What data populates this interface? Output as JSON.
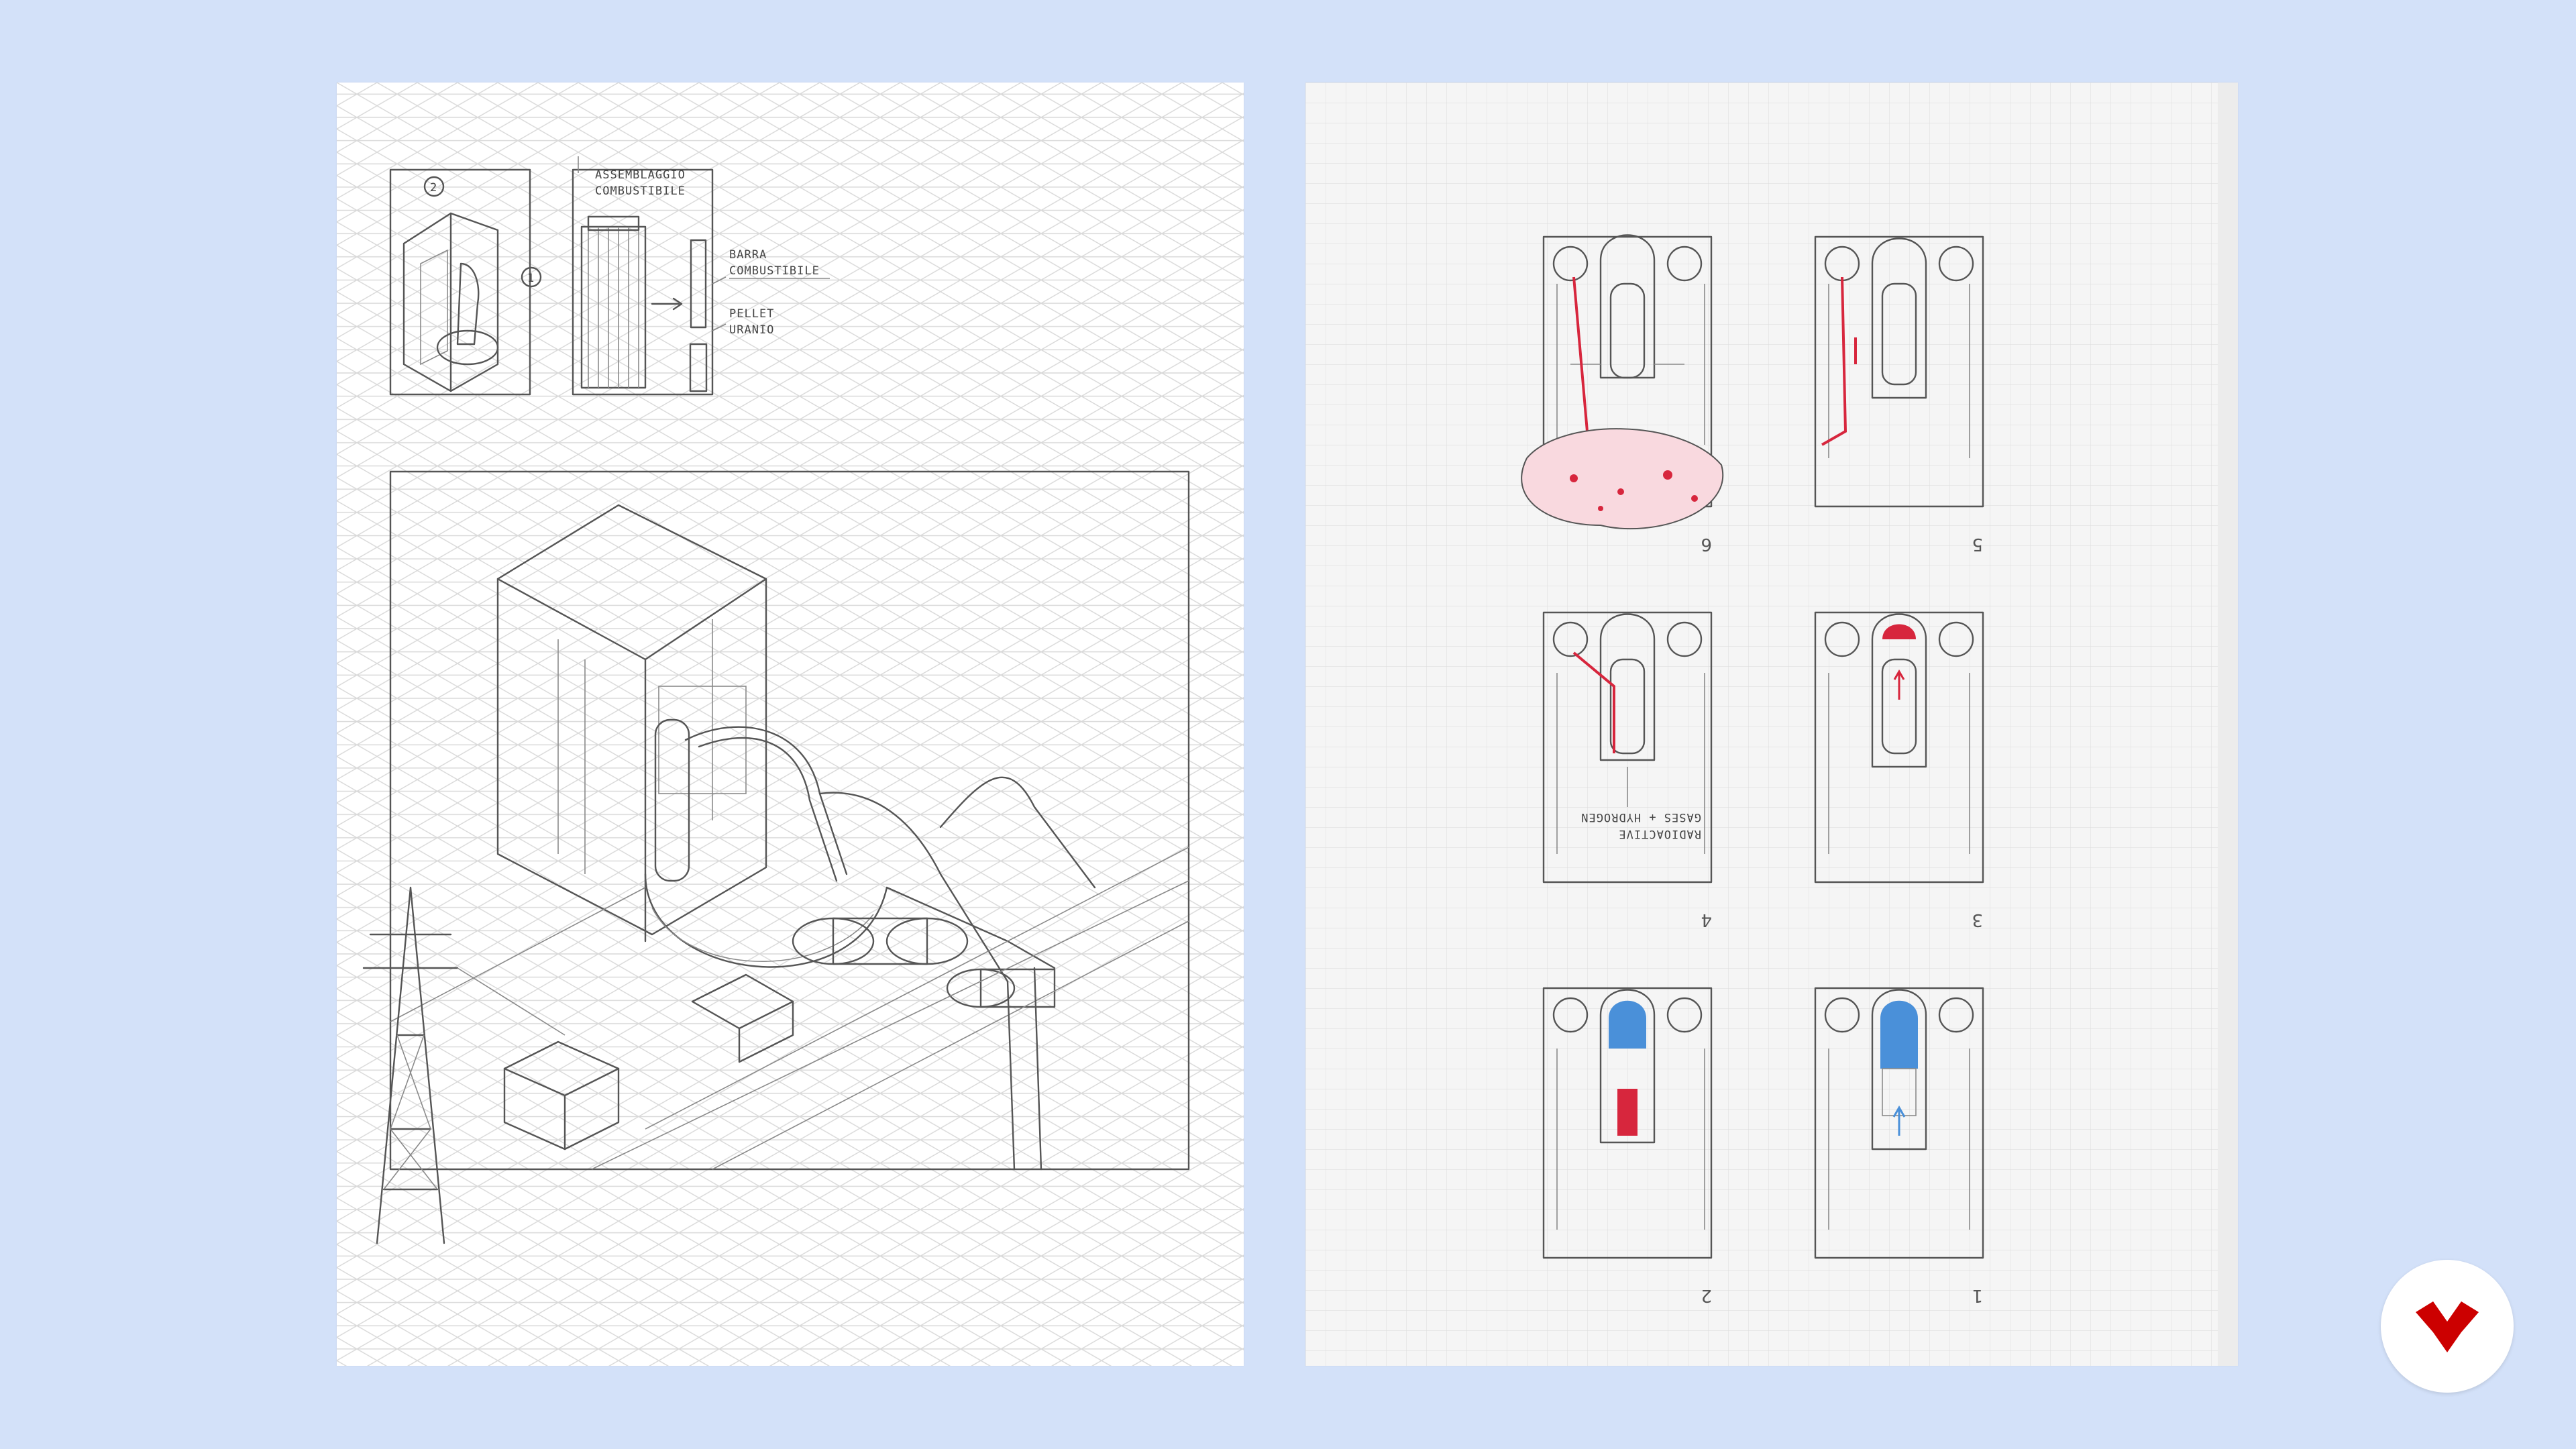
{
  "left_sheet": {
    "labels": {
      "assembly_line1": "ASSEMBLAGGIO",
      "assembly_line2": "COMBUSTIBILE",
      "rod_line1": "BARRA",
      "rod_line2": "COMBUSTIBILE",
      "pellet_line1": "PELLET",
      "pellet_line2": "URANIO",
      "callout_1": "1",
      "callout_2": "2"
    }
  },
  "right_sheet": {
    "panel_numbers": [
      "1",
      "2",
      "3",
      "4",
      "5",
      "6"
    ],
    "annotation_line1": "RADIOACTIVE",
    "annotation_line2": "GASES + HYDROGEN"
  },
  "colors": {
    "background": "#d3e1f9",
    "accent_red": "#d7263d",
    "accent_blue": "#4a90d9",
    "brand": "#cc0000"
  },
  "icons": {
    "brand_logo": "red-chevron-logo"
  }
}
